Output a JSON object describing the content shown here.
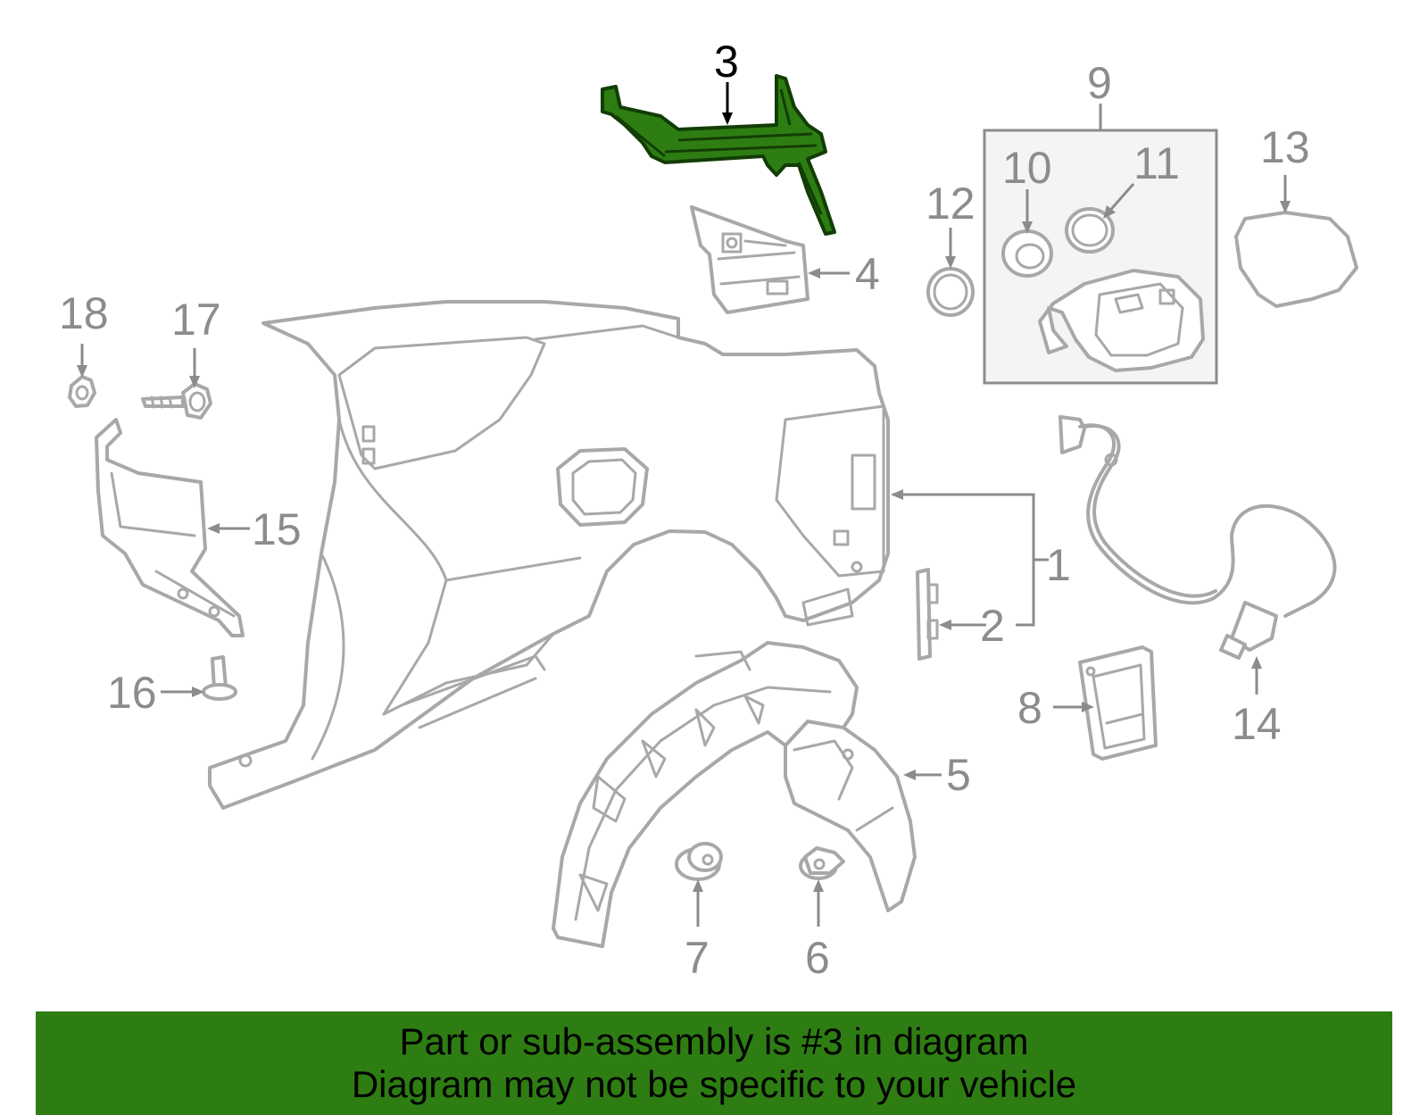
{
  "diagram": {
    "highlighted_part": "3",
    "callouts": {
      "c1": "1",
      "c2": "2",
      "c3": "3",
      "c4": "4",
      "c5": "5",
      "c6": "6",
      "c7": "7",
      "c8": "8",
      "c9": "9",
      "c10": "10",
      "c11": "11",
      "c12": "12",
      "c13": "13",
      "c14": "14",
      "c15": "15",
      "c16": "16",
      "c17": "17",
      "c18": "18"
    }
  },
  "banner": {
    "line1": "Part or sub-assembly is #3 in diagram",
    "line2": "Diagram may not be specific to your vehicle"
  },
  "colors": {
    "highlight": "#2e7d13",
    "part_outline": "#a8a8a8",
    "callout": "#8c8c8c"
  }
}
